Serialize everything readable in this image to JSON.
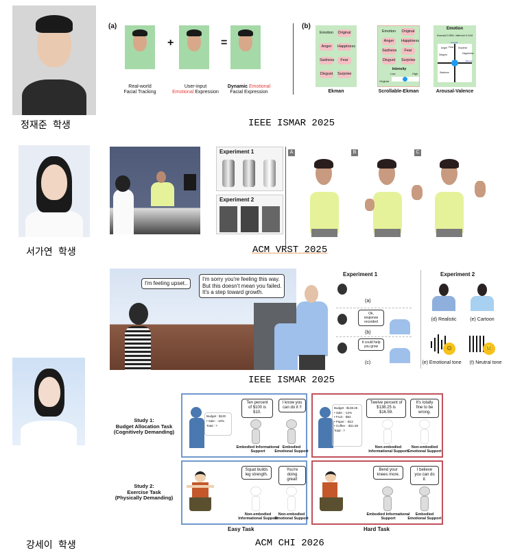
{
  "students": [
    {
      "name": "정재준 학생",
      "venue": "IEEE ISMAR 2025"
    },
    {
      "name": "서가연 학생",
      "venue": "ACM VRST 2025"
    },
    {
      "name": "강세이 학생",
      "venue_1": "IEEE ISMAR 2025",
      "venue_2": "ACM CHI 2026"
    }
  ],
  "fig1": {
    "panel_a": "(a)",
    "panel_b": "(b)",
    "plus": "+",
    "equals": "=",
    "face1_caption_1": "Real-world",
    "face1_caption_2": "Facial Tracking",
    "face2_caption_1": "User-input",
    "face2_caption_2_red": "Emotional",
    "face2_caption_2": " Expression",
    "face3_caption_1_bold": "Dynamic ",
    "face3_caption_1_red": "Emotional",
    "face3_caption_2": "Facial Expression",
    "ekman": {
      "title": "Ekman",
      "buttons": [
        "Emotion",
        "Original",
        "Anger",
        "Happiness",
        "Sadness",
        "Fear",
        "Disgust",
        "Surprise"
      ]
    },
    "scrollable": {
      "title": "Scrollable-Ekman",
      "buttons": [
        "Emotion",
        "Original",
        "Anger",
        "Happiness",
        "Sadness",
        "Fear",
        "Disgust",
        "Surprise"
      ],
      "intensity": "Intensity",
      "low": "Low",
      "high": "High",
      "original": "Original"
    },
    "arousal": {
      "title": "Arousal-Valence",
      "header": "Emotion",
      "readout": "Arousal 0.555, Valence 0.444",
      "labels": [
        "Anger",
        "Fear",
        "Surprise",
        "Disgust",
        "Happiness",
        "Sadness",
        "Arousal",
        "Valence"
      ]
    },
    "red": "#e53935"
  },
  "fig2": {
    "exp1": "Experiment 1",
    "exp2": "Experiment 2",
    "labels": [
      "A",
      "B",
      "C"
    ]
  },
  "fig3": {
    "user_bubble": "I'm feeling upset..",
    "agent_bubble_1": "I'm sorry you're feeling this way.",
    "agent_bubble_2": "But this doesn't mean you failed.",
    "agent_bubble_3": "It's a step toward growth.",
    "exp1": "Experiment 1",
    "exp2": "Experiment 2",
    "a": "(a)",
    "b": "(b)",
    "c": "(c)",
    "b_bubble": "Ok, response recorded",
    "c_bubble": "It could help you grow",
    "d": "(d) Realistic",
    "e": "(e) Cartoon",
    "e2": "(e) Emotional tone",
    "f": "(f) Neutral tone"
  },
  "fig4": {
    "study1_1": "Study 1:",
    "study1_2": "Budget Allocation Task",
    "study1_3": "(Cognitively Demanding)",
    "study2_1": "Study 2:",
    "study2_2": "Exercise Task",
    "study2_3": "(Physically Demanding)",
    "easy": "Easy Task",
    "hard": "Hard Task",
    "blue": "#6f98cc",
    "redc": "#c0505a",
    "q1_budget": [
      "Budget : $100",
      "• Sale : -10%",
      "Total : ?"
    ],
    "q1_b1": "Ten percent of $100 is $10.",
    "q1_b2": "I know you can do it !!",
    "q1_l1": "Embodied Informational Support",
    "q1_l2": "Embodied Emotional Support",
    "q2_budget": [
      "Budget : $138.25",
      "• Sale : -12%",
      "• Fruit : -$52",
      "• Paper : -$13",
      "• Coffee : -$21.58",
      "Total : ?"
    ],
    "q2_b1": "Twelve percent of $138.25 is $16.59.",
    "q2_b2": "It's totally fine to be wrong.",
    "q2_l1": "Non-embodied Informational Support",
    "q2_l2": "Non-embodied Emotional Support",
    "q3_b1": "Squat builds leg strength.",
    "q3_b2": "You're doing great!",
    "q3_l1": "Non-embodied Informational Support",
    "q3_l2": "Non-embodied Emotional Support",
    "q4_b1": "Bend your knees more.",
    "q4_b2": "I believe you can do it.",
    "q4_l1": "Embodied Informational Support",
    "q4_l2": "Embodied Emotional Support"
  }
}
